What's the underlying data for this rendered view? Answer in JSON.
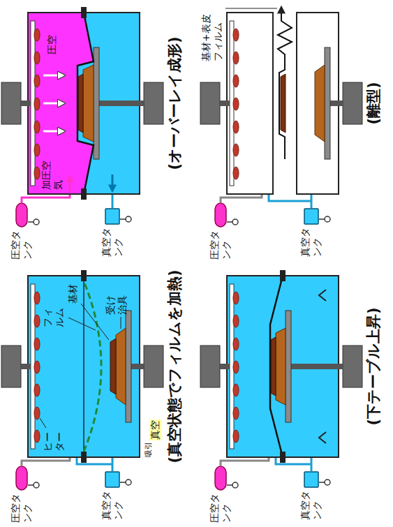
{
  "diagram": {
    "nodes": [
      {
        "text": [
          "圧空タンク"
        ]
      },
      {
        "text": [
          "真空タンク"
        ]
      },
      {
        "text": [
          "圧空タンク"
        ]
      },
      {
        "text": [
          "真空タンク"
        ]
      },
      {
        "text": [
          "圧空タンク"
        ]
      },
      {
        "text": [
          "真空タンク"
        ]
      },
      {
        "text": [
          "圧空タンク"
        ]
      },
      {
        "text": [
          "真空タンク"
        ]
      }
    ],
    "labels": [
      "ヒーター",
      "フィルム",
      "基材",
      "受け治具",
      "吸引",
      "真空",
      "(真空状態でフィルムを加熱)",
      "加圧空気",
      "圧空",
      "(オーバーレイ成形)",
      "(下テーブル上昇)",
      "基材+表皮フィルム",
      "(離型)"
    ]
  }
}
